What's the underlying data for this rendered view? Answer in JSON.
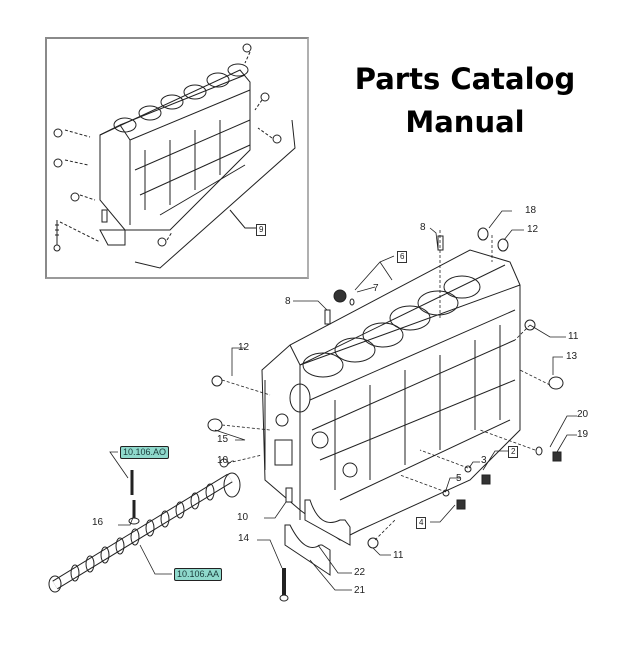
{
  "title": {
    "line1": "Parts Catalog",
    "line2": "Manual"
  },
  "diagram": {
    "subject": "engine-cylinder-block",
    "inset_label": "9",
    "callouts": [
      "8",
      "18",
      "12",
      "6",
      "7",
      "8",
      "11",
      "12",
      "13",
      "15",
      "10",
      "20",
      "19",
      "2",
      "3",
      "5",
      "4",
      "10",
      "14",
      "11",
      "22",
      "21",
      "16"
    ],
    "boxed_callouts": [
      "6",
      "2",
      "4",
      "9"
    ],
    "references": [
      "10.106.AO",
      "10.106.AA"
    ]
  },
  "labels": {
    "c8a": "8",
    "c18": "18",
    "c12a": "12",
    "c6": "6",
    "c7": "7",
    "c8b": "8",
    "c11a": "11",
    "c12b": "12",
    "c13": "13",
    "c15": "15",
    "c10a": "10",
    "c20": "20",
    "c19": "19",
    "c2": "2",
    "c3": "3",
    "c5": "5",
    "c4": "4",
    "c10b": "10",
    "c14": "14",
    "c11b": "11",
    "c22": "22",
    "c21": "21",
    "c16": "16",
    "c9": "9",
    "ref1": "10.106.AO",
    "ref2": "10.106.AA"
  },
  "colors": {
    "reference_fill": "#8fd9cc",
    "line": "#222222"
  }
}
